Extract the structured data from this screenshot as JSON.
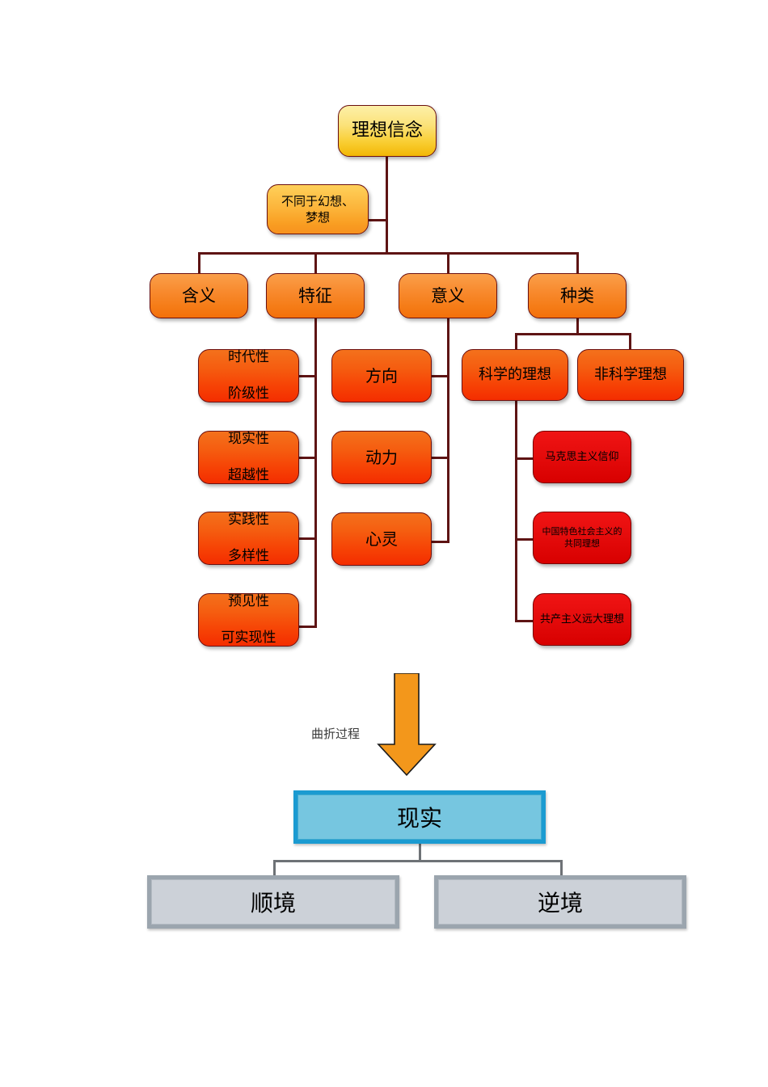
{
  "diagram": {
    "title_node": {
      "label": "理想信念"
    },
    "aside_node": {
      "label": "不同于幻想、梦想"
    },
    "level2": [
      {
        "label": "含义"
      },
      {
        "label": "特征"
      },
      {
        "label": "意义"
      },
      {
        "label": "种类"
      }
    ],
    "features": [
      {
        "label": "时代性\n阶级性",
        "line1": "时代性",
        "line2": "阶级性"
      },
      {
        "label": "现实性\n超越性",
        "line1": "现实性",
        "line2": "超越性"
      },
      {
        "label": "实践性\n多样性",
        "line1": "实践性",
        "line2": "多样性"
      },
      {
        "label": "预见性\n可实现性",
        "line1": "预见性",
        "line2": "可实现性"
      }
    ],
    "significance": [
      {
        "label": "方向"
      },
      {
        "label": "动力"
      },
      {
        "label": "心灵"
      }
    ],
    "kinds": [
      {
        "label": "科学的理想"
      },
      {
        "label": "非科学理想"
      }
    ],
    "scientific_ideals": [
      {
        "label": "马克思主义信仰"
      },
      {
        "label": "中国特色社会主义的共同理想"
      },
      {
        "label": "共产主义远大理想"
      }
    ],
    "arrow": {
      "label": "曲折过程",
      "color": "#F3971B",
      "direction": "down"
    },
    "reality": {
      "label": "现实"
    },
    "outcomes": [
      {
        "label": "顺境"
      },
      {
        "label": "逆境"
      }
    ],
    "colors": {
      "connector": "#5E1414",
      "gray_connector": "#6E7276",
      "yellow_node": "#F9CE33",
      "amber_node": "#F99E22",
      "orange_node": "#F57C17",
      "orange_red_node": "#F64205",
      "red_node": "#D80000",
      "blue_border": "#1B9BD1",
      "blue_fill": "#76C6E0",
      "gray_border": "#9BA5AE",
      "gray_fill": "#CCD1D8"
    }
  }
}
